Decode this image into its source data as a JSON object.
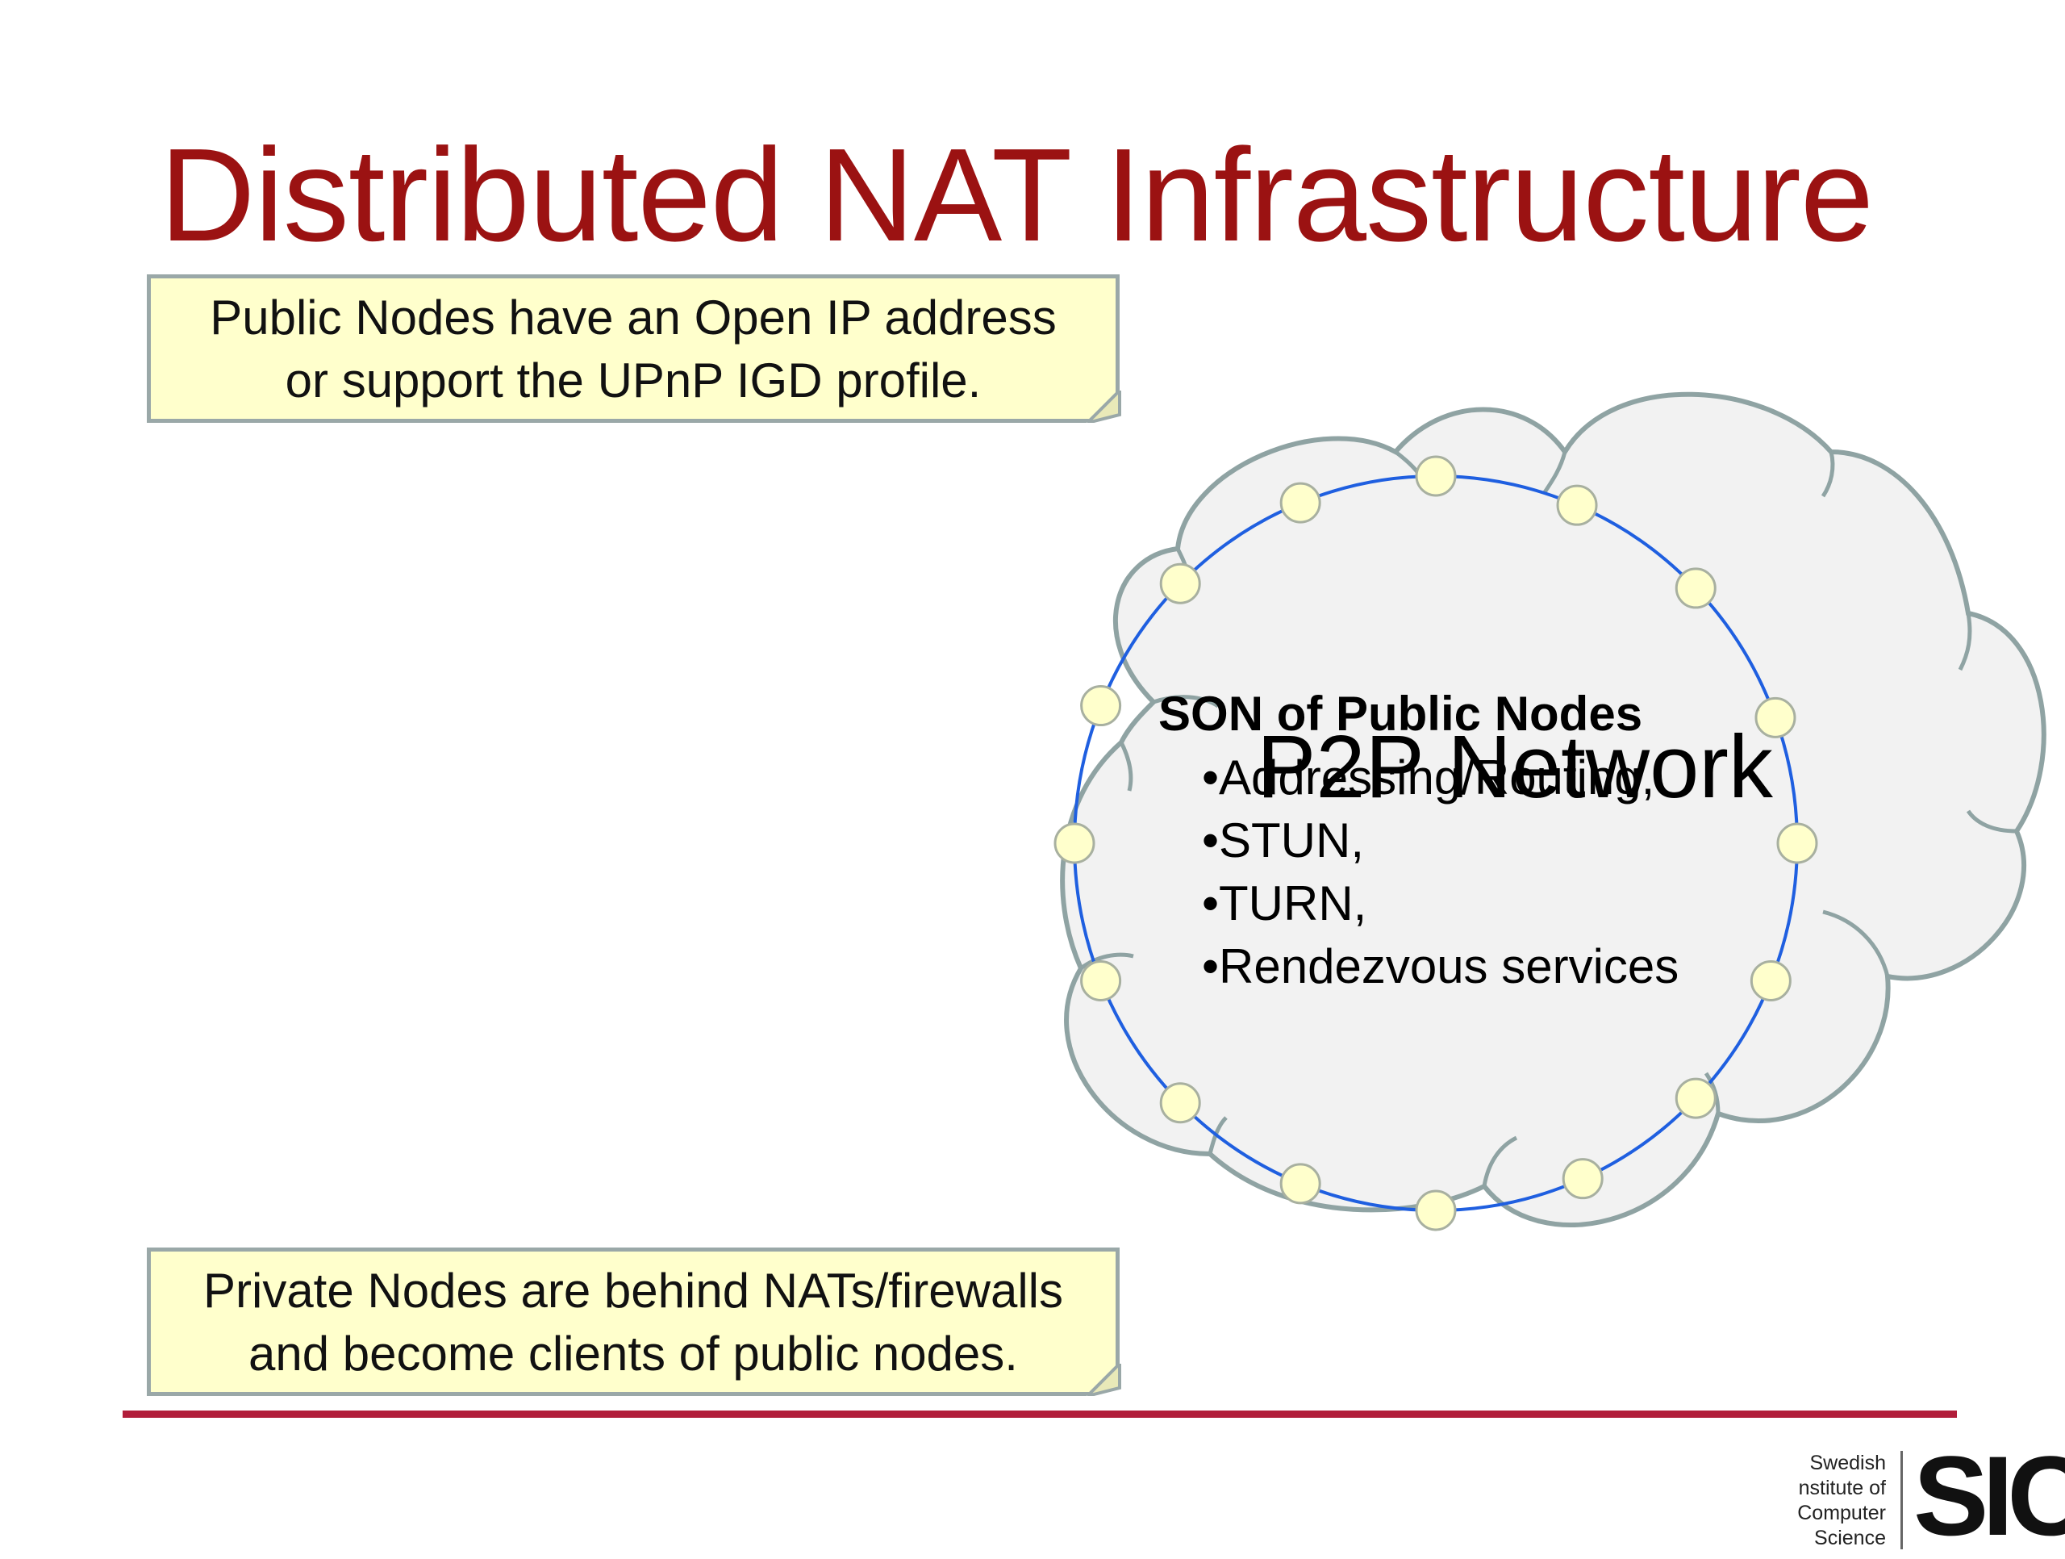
{
  "slide": {
    "title": "Distributed NAT Infrastructure"
  },
  "notes": {
    "public": {
      "lines": [
        "Public Nodes have an Open IP address",
        "or support  the UPnP IGD profile."
      ]
    },
    "private": {
      "lines": [
        "Private Nodes are behind NATs/firewalls",
        "and  become clients of public nodes."
      ]
    }
  },
  "diagram": {
    "cloud_label": "P2P Network",
    "son_title": "SON of Public Nodes",
    "son_services": [
      "Addressing/Routing,",
      "STUN,",
      "TURN,",
      "Rendezvous services"
    ],
    "colors": {
      "cloud_fill": "#f2f2f2",
      "cloud_stroke": "#8fa3a3",
      "ring": "#1f5fe0",
      "node_fill": "#ffffcc",
      "node_stroke": "#a8b0a0",
      "note_fill": "#ffffcc",
      "title": "#9b1212",
      "rule": "#b11d3a"
    }
  },
  "logo": {
    "lines": [
      "Swedish",
      "nstitute of",
      "Computer",
      "Science"
    ],
    "mark": "SICS"
  }
}
